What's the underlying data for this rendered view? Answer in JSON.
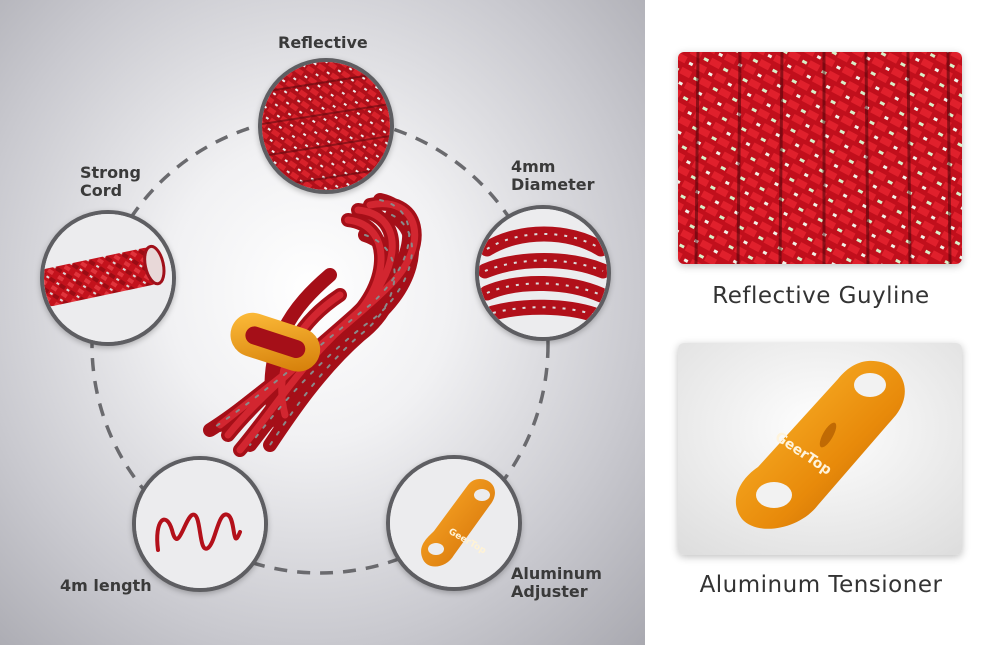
{
  "features": {
    "reflective": "Reflective",
    "strong_line1": "Strong",
    "strong_line2": "Cord",
    "diameter_line1": "4mm",
    "diameter_line2": "Diameter",
    "length": "4m length",
    "aluminum_line1": "Aluminum",
    "aluminum_line2": "Adjuster"
  },
  "brand_mark": "GeerTop",
  "captions": {
    "guyline": "Reflective Guyline",
    "tensioner": "Aluminum Tensioner"
  },
  "colors": {
    "rope_red": "#c4121c",
    "aluminum_orange": "#e8890c",
    "ring_border": "#5e5e62"
  }
}
